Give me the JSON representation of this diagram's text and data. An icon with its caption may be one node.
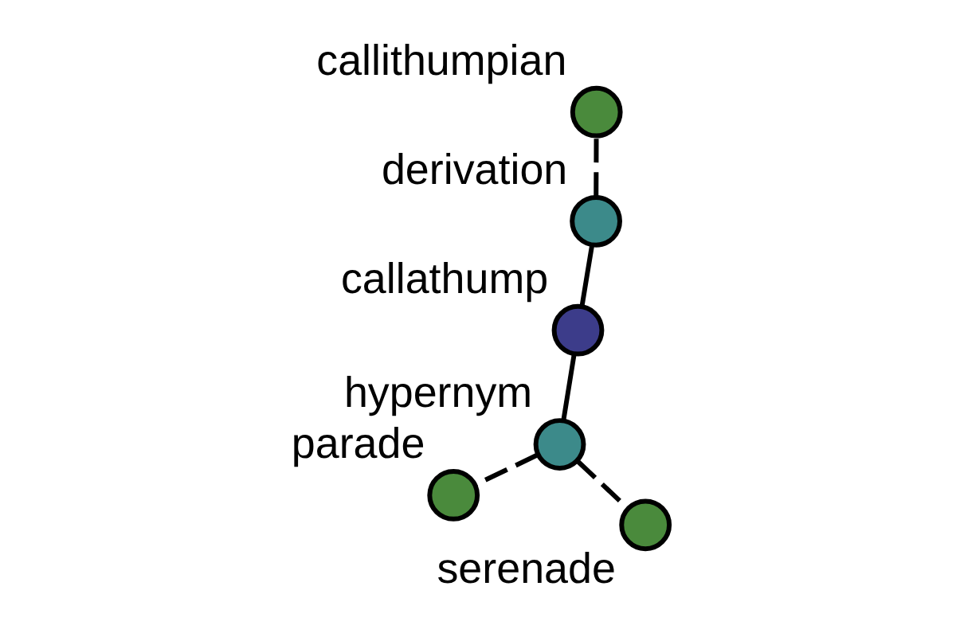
{
  "diagram": {
    "nodes": [
      {
        "text": [
          "parade"
        ]
      },
      {
        "text": [
          "hypernym"
        ]
      },
      {
        "text": [
          "serenade"
        ]
      },
      {
        "text": [
          "callathump"
        ]
      },
      {
        "text": [
          "derivation"
        ]
      },
      {
        "text": [
          "callithumpian"
        ]
      }
    ],
    "edges": [
      {
        "from": 3,
        "to": 1,
        "arrow": "none"
      },
      {
        "from": 3,
        "to": 4,
        "arrow": "none"
      },
      {
        "from": 1,
        "to": 0,
        "arrow": "none",
        "style": "dashed"
      },
      {
        "from": 1,
        "to": 2,
        "arrow": "none",
        "style": "dashed"
      },
      {
        "from": 4,
        "to": 5,
        "arrow": "none",
        "style": "dashed"
      }
    ]
  }
}
